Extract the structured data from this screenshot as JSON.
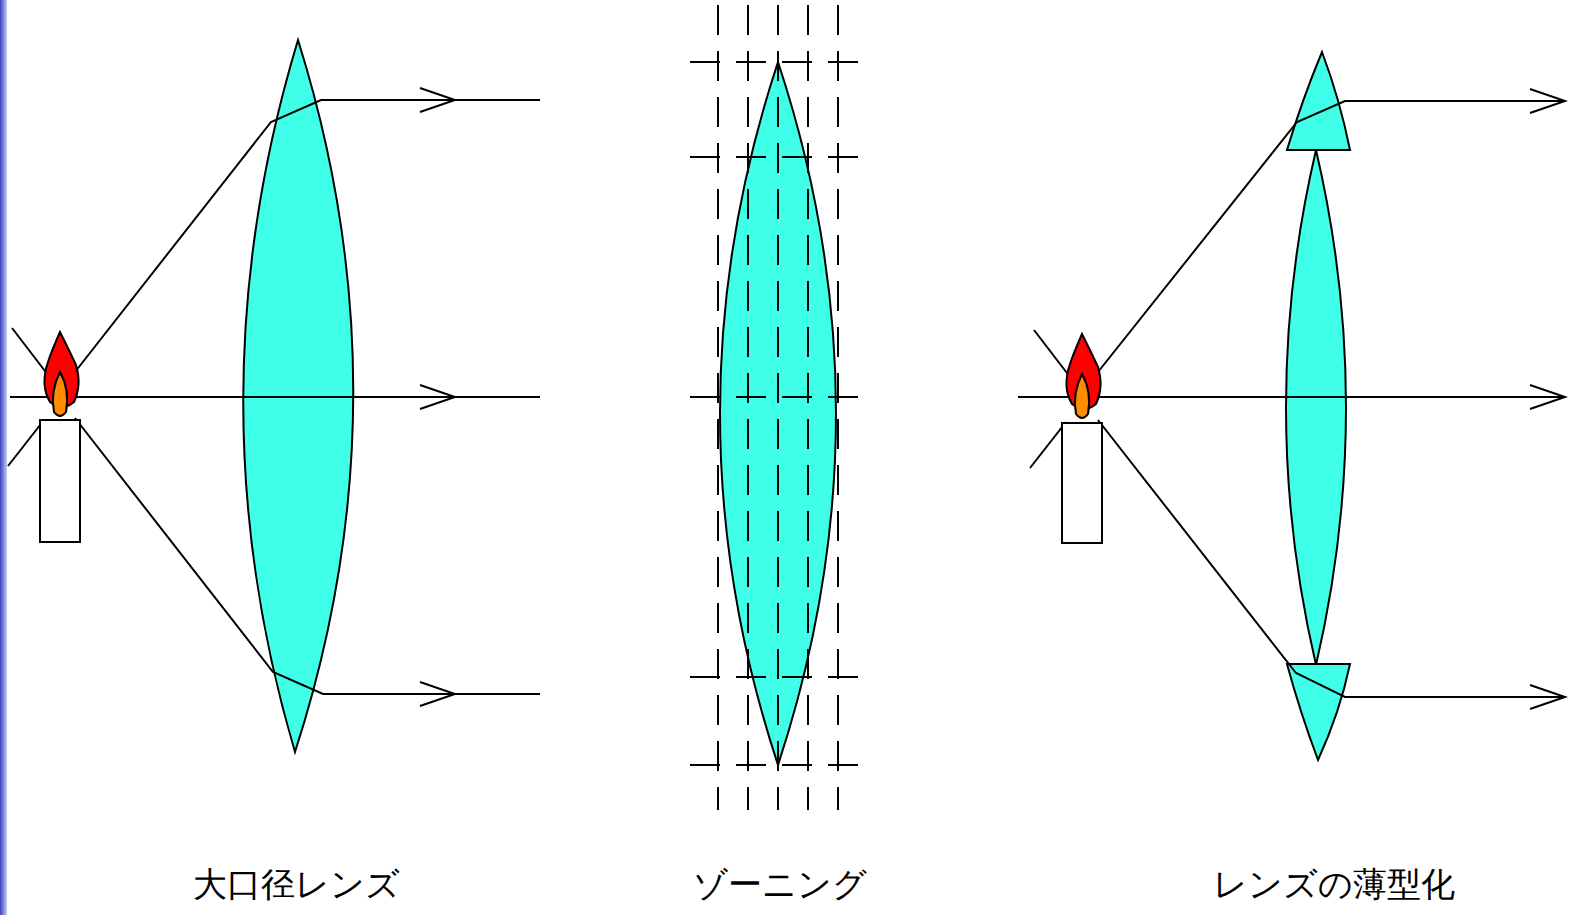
{
  "diagram": {
    "labels": [
      "大口径レンズ",
      "ゾーニング",
      "レンズの薄型化"
    ]
  }
}
